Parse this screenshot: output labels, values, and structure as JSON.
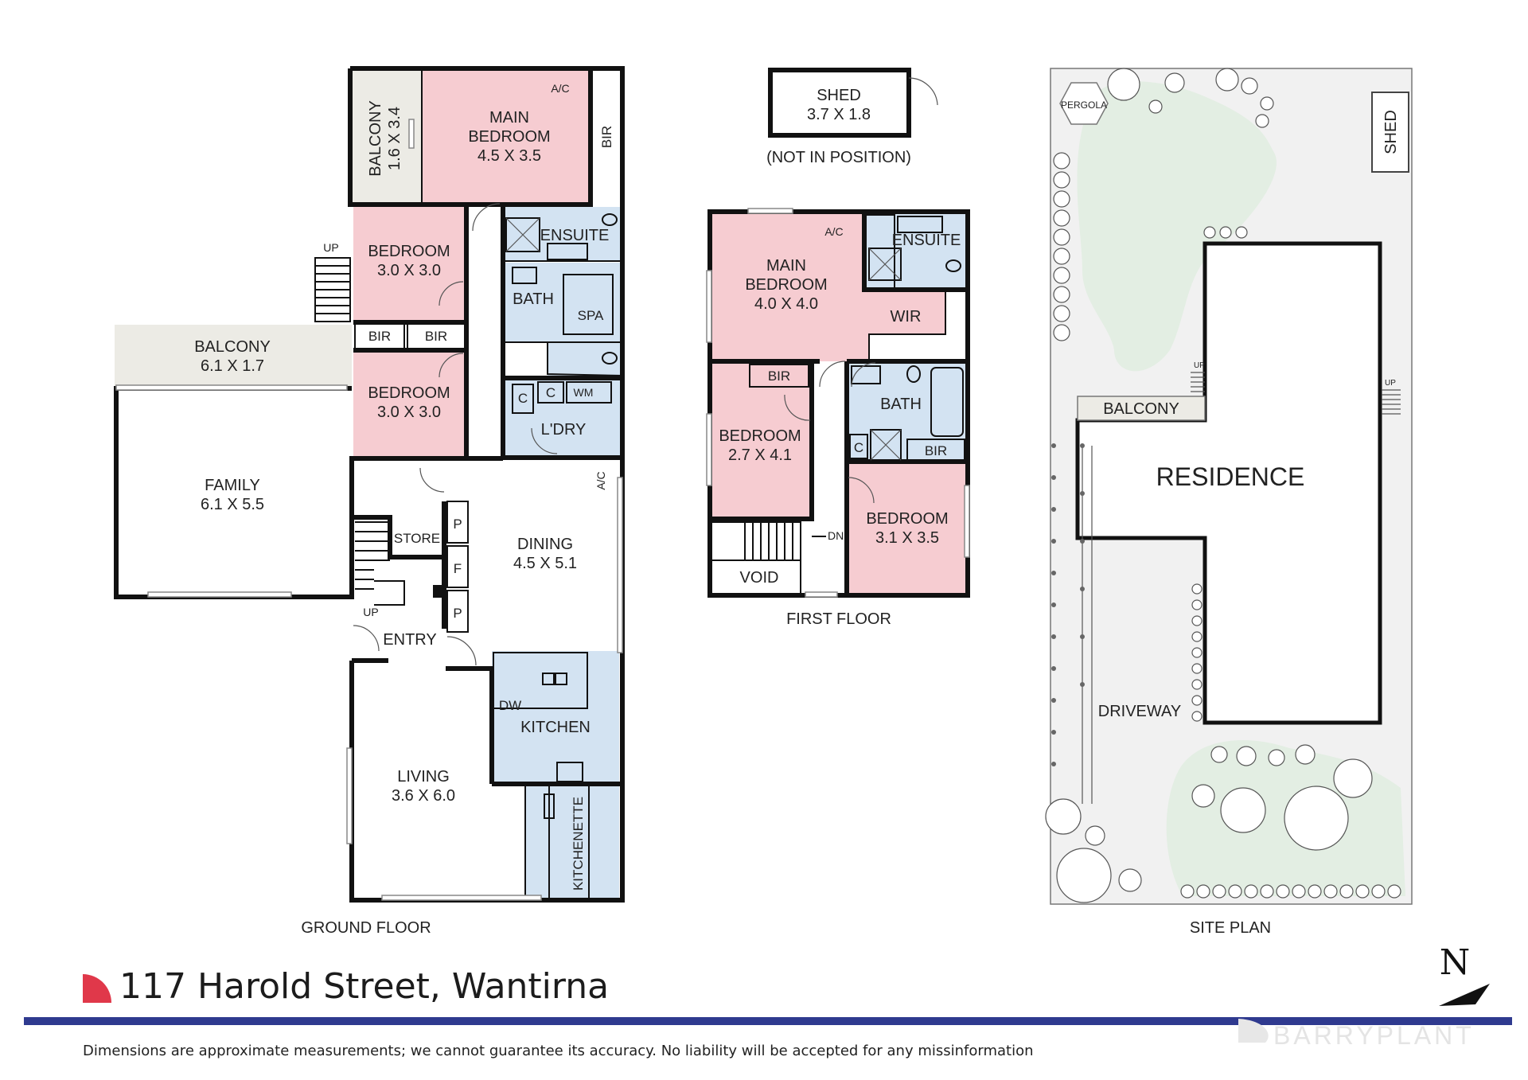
{
  "ground_floor": {
    "caption": "GROUND FLOOR",
    "rooms": {
      "balcony_upper": {
        "name": "BALCONY",
        "dims": "1.6 X 3.4"
      },
      "main_bedroom": {
        "name_line1": "MAIN",
        "name_line2": "BEDROOM",
        "dims": "4.5 X 3.5"
      },
      "ac_1": "A/C",
      "bir_main": "BIR",
      "ensuite": "ENSUITE",
      "bedroom_1": {
        "name": "BEDROOM",
        "dims": "3.0 X 3.0"
      },
      "up_1": "UP",
      "bath": "BATH",
      "spa": "SPA",
      "bir_a": "BIR",
      "bir_b": "BIR",
      "balcony_lower": {
        "name": "BALCONY",
        "dims": "6.1 X 1.7"
      },
      "bedroom_2": {
        "name": "BEDROOM",
        "dims": "3.0 X 3.0"
      },
      "c_1": "C",
      "c_2": "C",
      "wm": "WM",
      "laundry": "L'DRY",
      "ac_2": "A/C",
      "family": {
        "name": "FAMILY",
        "dims": "6.1 X 5.5"
      },
      "store": "STORE",
      "p_1": "P",
      "f_1": "F",
      "p_2": "P",
      "dining": {
        "name": "DINING",
        "dims": "4.5 X 5.1"
      },
      "up_2": "UP",
      "entry": "ENTRY",
      "dw": "DW",
      "kitchen": "KITCHEN",
      "living": {
        "name": "LIVING",
        "dims": "3.6 X 6.0"
      },
      "kitchenette": "KITCHENETTE"
    }
  },
  "first_floor": {
    "caption": "FIRST FLOOR",
    "shed": {
      "name": "SHED",
      "dims": "3.7 X 1.8",
      "note": "(NOT IN POSITION)"
    },
    "rooms": {
      "ac": "A/C",
      "ensuite": "ENSUITE",
      "main_bedroom": {
        "name_line1": "MAIN",
        "name_line2": "BEDROOM",
        "dims": "4.0 X 4.0"
      },
      "wir": "WIR",
      "bir_1": "BIR",
      "bath": "BATH",
      "bedroom_1": {
        "name": "BEDROOM",
        "dims": "2.7 X 4.1"
      },
      "c": "C",
      "bir_2": "BIR",
      "bedroom_2": {
        "name": "BEDROOM",
        "dims": "3.1 X 3.5"
      },
      "dn": "DN",
      "void": "VOID"
    }
  },
  "site_plan": {
    "caption": "SITE PLAN",
    "pergola": "PERGOLA",
    "shed": "SHED",
    "up_1": "UP",
    "up_2": "UP",
    "balcony": "BALCONY",
    "residence": "RESIDENCE",
    "driveway": "DRIVEWAY"
  },
  "footer": {
    "address": "117 Harold Street, Wantirna",
    "north": "N",
    "brand": "BARRYPLANT",
    "disclaimer": "Dimensions are approximate measurements; we cannot guarantee its accuracy. No liability will be accepted for any  missinformation",
    "colors": {
      "rule": "#2f3a8f",
      "logo": "#e0384a",
      "bedroom": "#f6ccd1",
      "wet_area": "#d3e3f2",
      "balcony": "#ecebe5",
      "lawn": "#e3eee3"
    }
  }
}
